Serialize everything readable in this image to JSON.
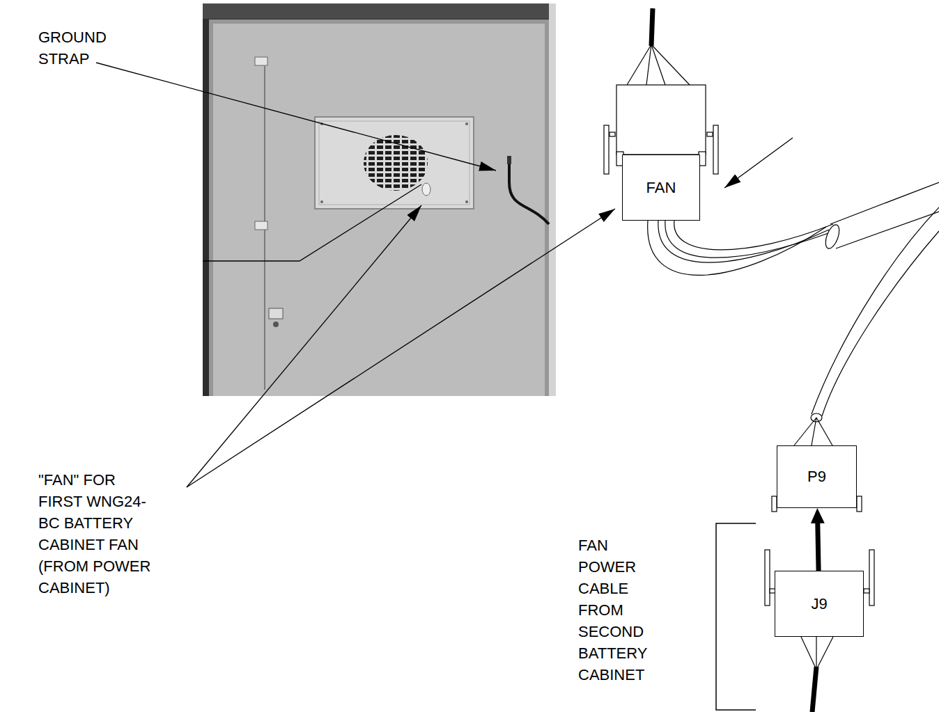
{
  "diagram": {
    "nodes": [
      {
        "text": [
          "FAN"
        ]
      },
      {
        "text": [
          "P9"
        ]
      },
      {
        "text": [
          "J9"
        ]
      }
    ],
    "edges": [
      {
        "from": 2,
        "to": 1,
        "arrow": "to"
      }
    ],
    "labels": [
      "GROUND STRAP",
      "\"FAN\" FOR FIRST WNG24-BC BATTERY CABINET FAN (FROM POWER CABINET)",
      "FAN POWER CABLE FROM SECOND BATTERY CABINET"
    ]
  }
}
